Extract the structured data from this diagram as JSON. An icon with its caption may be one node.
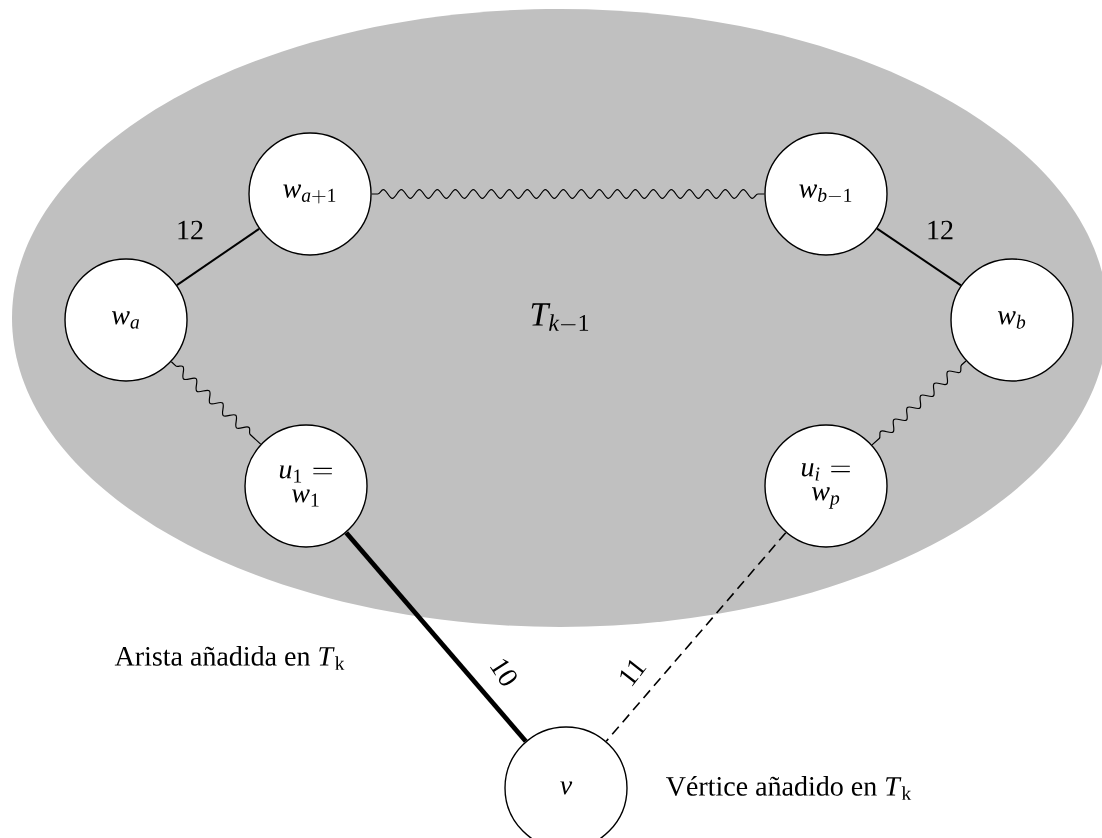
{
  "diagram": {
    "nodes": [
      {
        "text": [
          "T_{k-1}"
        ]
      },
      {
        "text": [
          "w_{a+1}"
        ],
        "in": 0
      },
      {
        "text": [
          "w_{b-1}"
        ],
        "in": 0
      },
      {
        "text": [
          "w_a"
        ],
        "in": 0
      },
      {
        "text": [
          "w_b"
        ],
        "in": 0
      },
      {
        "text": [
          "u_1= w_1"
        ],
        "in": 0
      },
      {
        "text": [
          "u_i= w_p"
        ],
        "in": 0
      },
      {
        "text": [
          "v"
        ],
        "beside": [
          "Vértice añadido en *T*$_{k}$"
        ]
      }
    ],
    "edges": [
      {
        "from": 3,
        "to": 1,
        "arrow": "none",
        "label": "12"
      },
      {
        "from": 1,
        "to": 2,
        "arrow": "none"
      },
      {
        "from": 2,
        "to": 4,
        "arrow": "none",
        "label": "12"
      },
      {
        "from": 3,
        "to": 5,
        "arrow": "none"
      },
      {
        "from": 4,
        "to": 6,
        "arrow": "none"
      },
      {
        "from": 5,
        "to": 7,
        "arrow": "none",
        "style": "thick",
        "label": "10"
      },
      {
        "from": 6,
        "to": 7,
        "arrow": "none",
        "style": "dashed",
        "label": "11"
      }
    ],
    "labels": [
      "Arista añadida en *T*$_{k}$"
    ]
  }
}
